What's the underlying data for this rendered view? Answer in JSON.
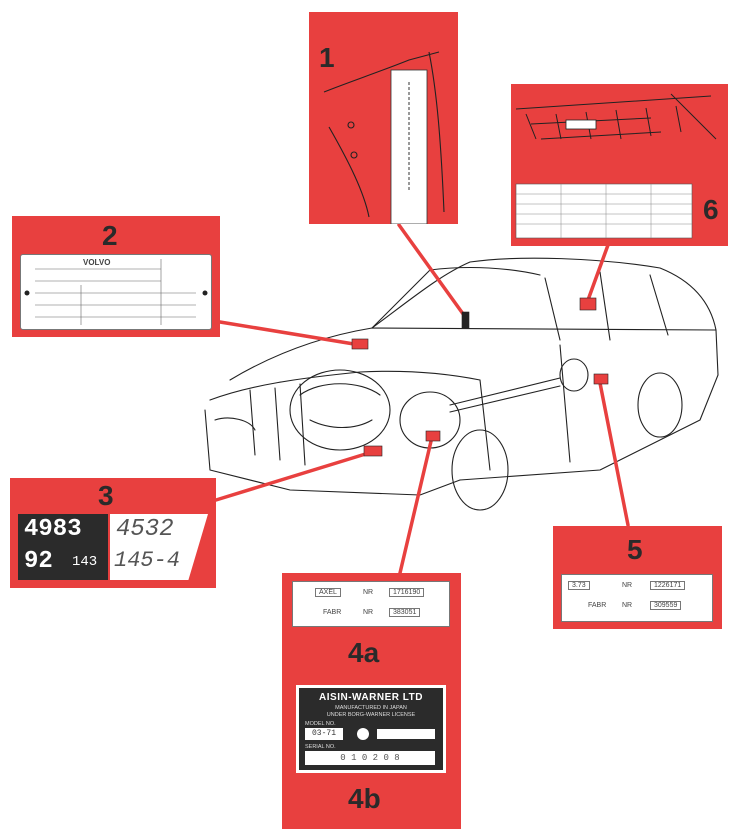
{
  "colors": {
    "panel_red": "#e8403f",
    "line": "#222222",
    "accent_dark": "#2a2a2a"
  },
  "labels": {
    "l1": "1",
    "l2": "2",
    "l3": "3",
    "l4a": "4a",
    "l4b": "4b",
    "l5": "5",
    "l6": "6"
  },
  "plate2": {
    "brand": "VOLVO"
  },
  "plate3": {
    "dark_top": "4983",
    "dark_bottom_a": "92",
    "dark_bottom_b": "143",
    "light_top": "4532",
    "light_bottom": "145-4"
  },
  "plate4a": {
    "r1_a": "AXEL",
    "r1_b": "NR",
    "r1_c": "1716190",
    "r2_a": "FABR",
    "r2_b": "NR",
    "r2_c": "383051"
  },
  "plate4b": {
    "title": "AISIN-WARNER LTD",
    "sub1": "MANUFACTURED IN JAPAN",
    "sub2": "UNDER BORG-WARNER LICENSE",
    "model_label": "MODEL NO.",
    "model_value": "03-71",
    "serial_label": "SERIAL NO.",
    "serial_value": "0 1 0 2 0 8"
  },
  "plate5": {
    "r1_a": "3.73",
    "r1_b": "NR",
    "r1_c": "1226171",
    "r2_a": "FABR",
    "r2_b": "NR",
    "r2_c": "309559"
  }
}
